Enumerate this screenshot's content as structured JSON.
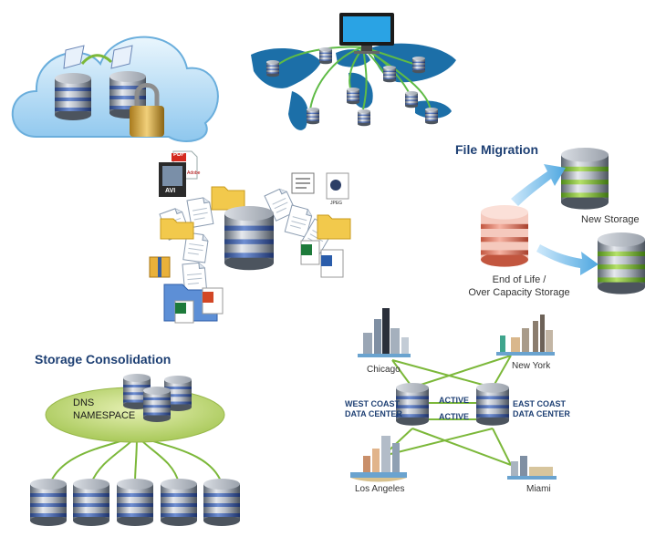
{
  "file_migration": {
    "title": "File Migration",
    "new_storage": "New Storage",
    "old_storage_line1": "End of Life /",
    "old_storage_line2": "Over Capacity Storage"
  },
  "consolidation": {
    "title": "Storage Consolidation",
    "namespace_line1": "DNS",
    "namespace_line2": "NAMESPACE"
  },
  "replication": {
    "west_line1": "WEST COAST",
    "west_line2": "DATA CENTER",
    "east_line1": "EAST COAST",
    "east_line2": "DATA CENTER",
    "active_top": "ACTIVE",
    "active_bottom": "ACTIVE",
    "cities": [
      "Chicago",
      "New York",
      "Los Angeles",
      "Miami"
    ]
  },
  "file_icons": {
    "pdf": "PDF",
    "adobe": "Adobe",
    "avi": "AVI",
    "jpeg": "JPEG"
  },
  "colors": {
    "title": "#1d3f73",
    "cloud": "#bfe2f7",
    "green_link": "#7cb83a",
    "arrow": "#6fb6e6",
    "namespace": "#c7dc7c"
  }
}
